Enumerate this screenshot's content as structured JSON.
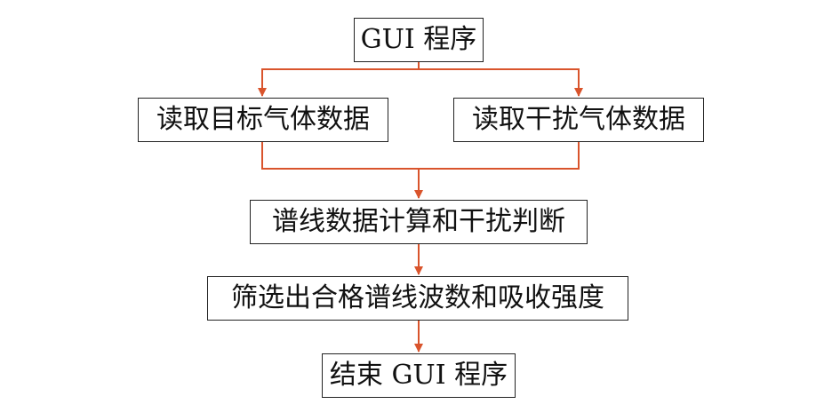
{
  "nodes": {
    "start": "GUI 程序",
    "read_target": "读取目标气体数据",
    "read_interference": "读取干扰气体数据",
    "calc": "谱线数据计算和干扰判断",
    "filter": "筛选出合格谱线波数和吸收强度",
    "end": "结束 GUI 程序"
  },
  "colors": {
    "arrow": "#d9542c",
    "border": "#222222",
    "text": "#111111"
  }
}
